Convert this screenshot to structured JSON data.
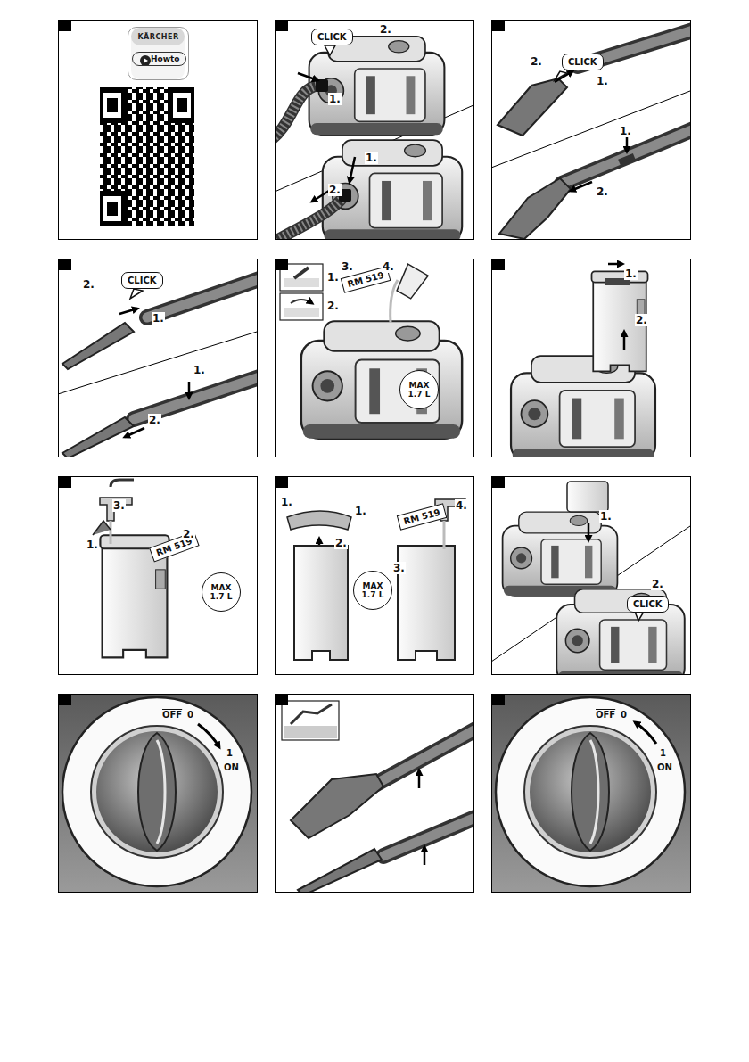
{
  "diagram": {
    "nodes": [
      {
        "text": [
          "KÄRCHER"
        ]
      },
      {
        "text": [
          "Howto"
        ],
        "in": 0
      },
      {
        "text": [
          "CLICK"
        ]
      },
      {
        "text": [
          "CLICK"
        ]
      },
      {
        "text": [
          "CLICK"
        ]
      },
      {
        "text": [
          "RM 519"
        ]
      },
      {
        "text": [
          "MAX 1.7 L"
        ]
      },
      {
        "text": [
          "RM 519"
        ]
      },
      {
        "text": [
          "MAX 1.7 L"
        ]
      },
      {
        "text": [
          "RM 519"
        ]
      },
      {
        "text": [
          "MAX 1.7 L"
        ]
      },
      {
        "text": [
          "CLICK"
        ]
      }
    ],
    "edges": [],
    "labels": [
      "2.",
      "1.",
      "1.",
      "2.",
      "2.",
      "1.",
      "1.",
      "2.",
      "2.",
      "1.",
      "1.",
      "2.",
      "1.",
      "2.",
      "3.",
      "4.",
      "1.",
      "2.",
      "3.",
      "1.",
      "2.",
      "1.",
      "1.",
      "2.",
      "4.",
      "3.",
      "1.",
      "2.",
      "OFF",
      "0",
      "1",
      "ON",
      "OFF",
      "0",
      "1",
      "ON"
    ]
  }
}
